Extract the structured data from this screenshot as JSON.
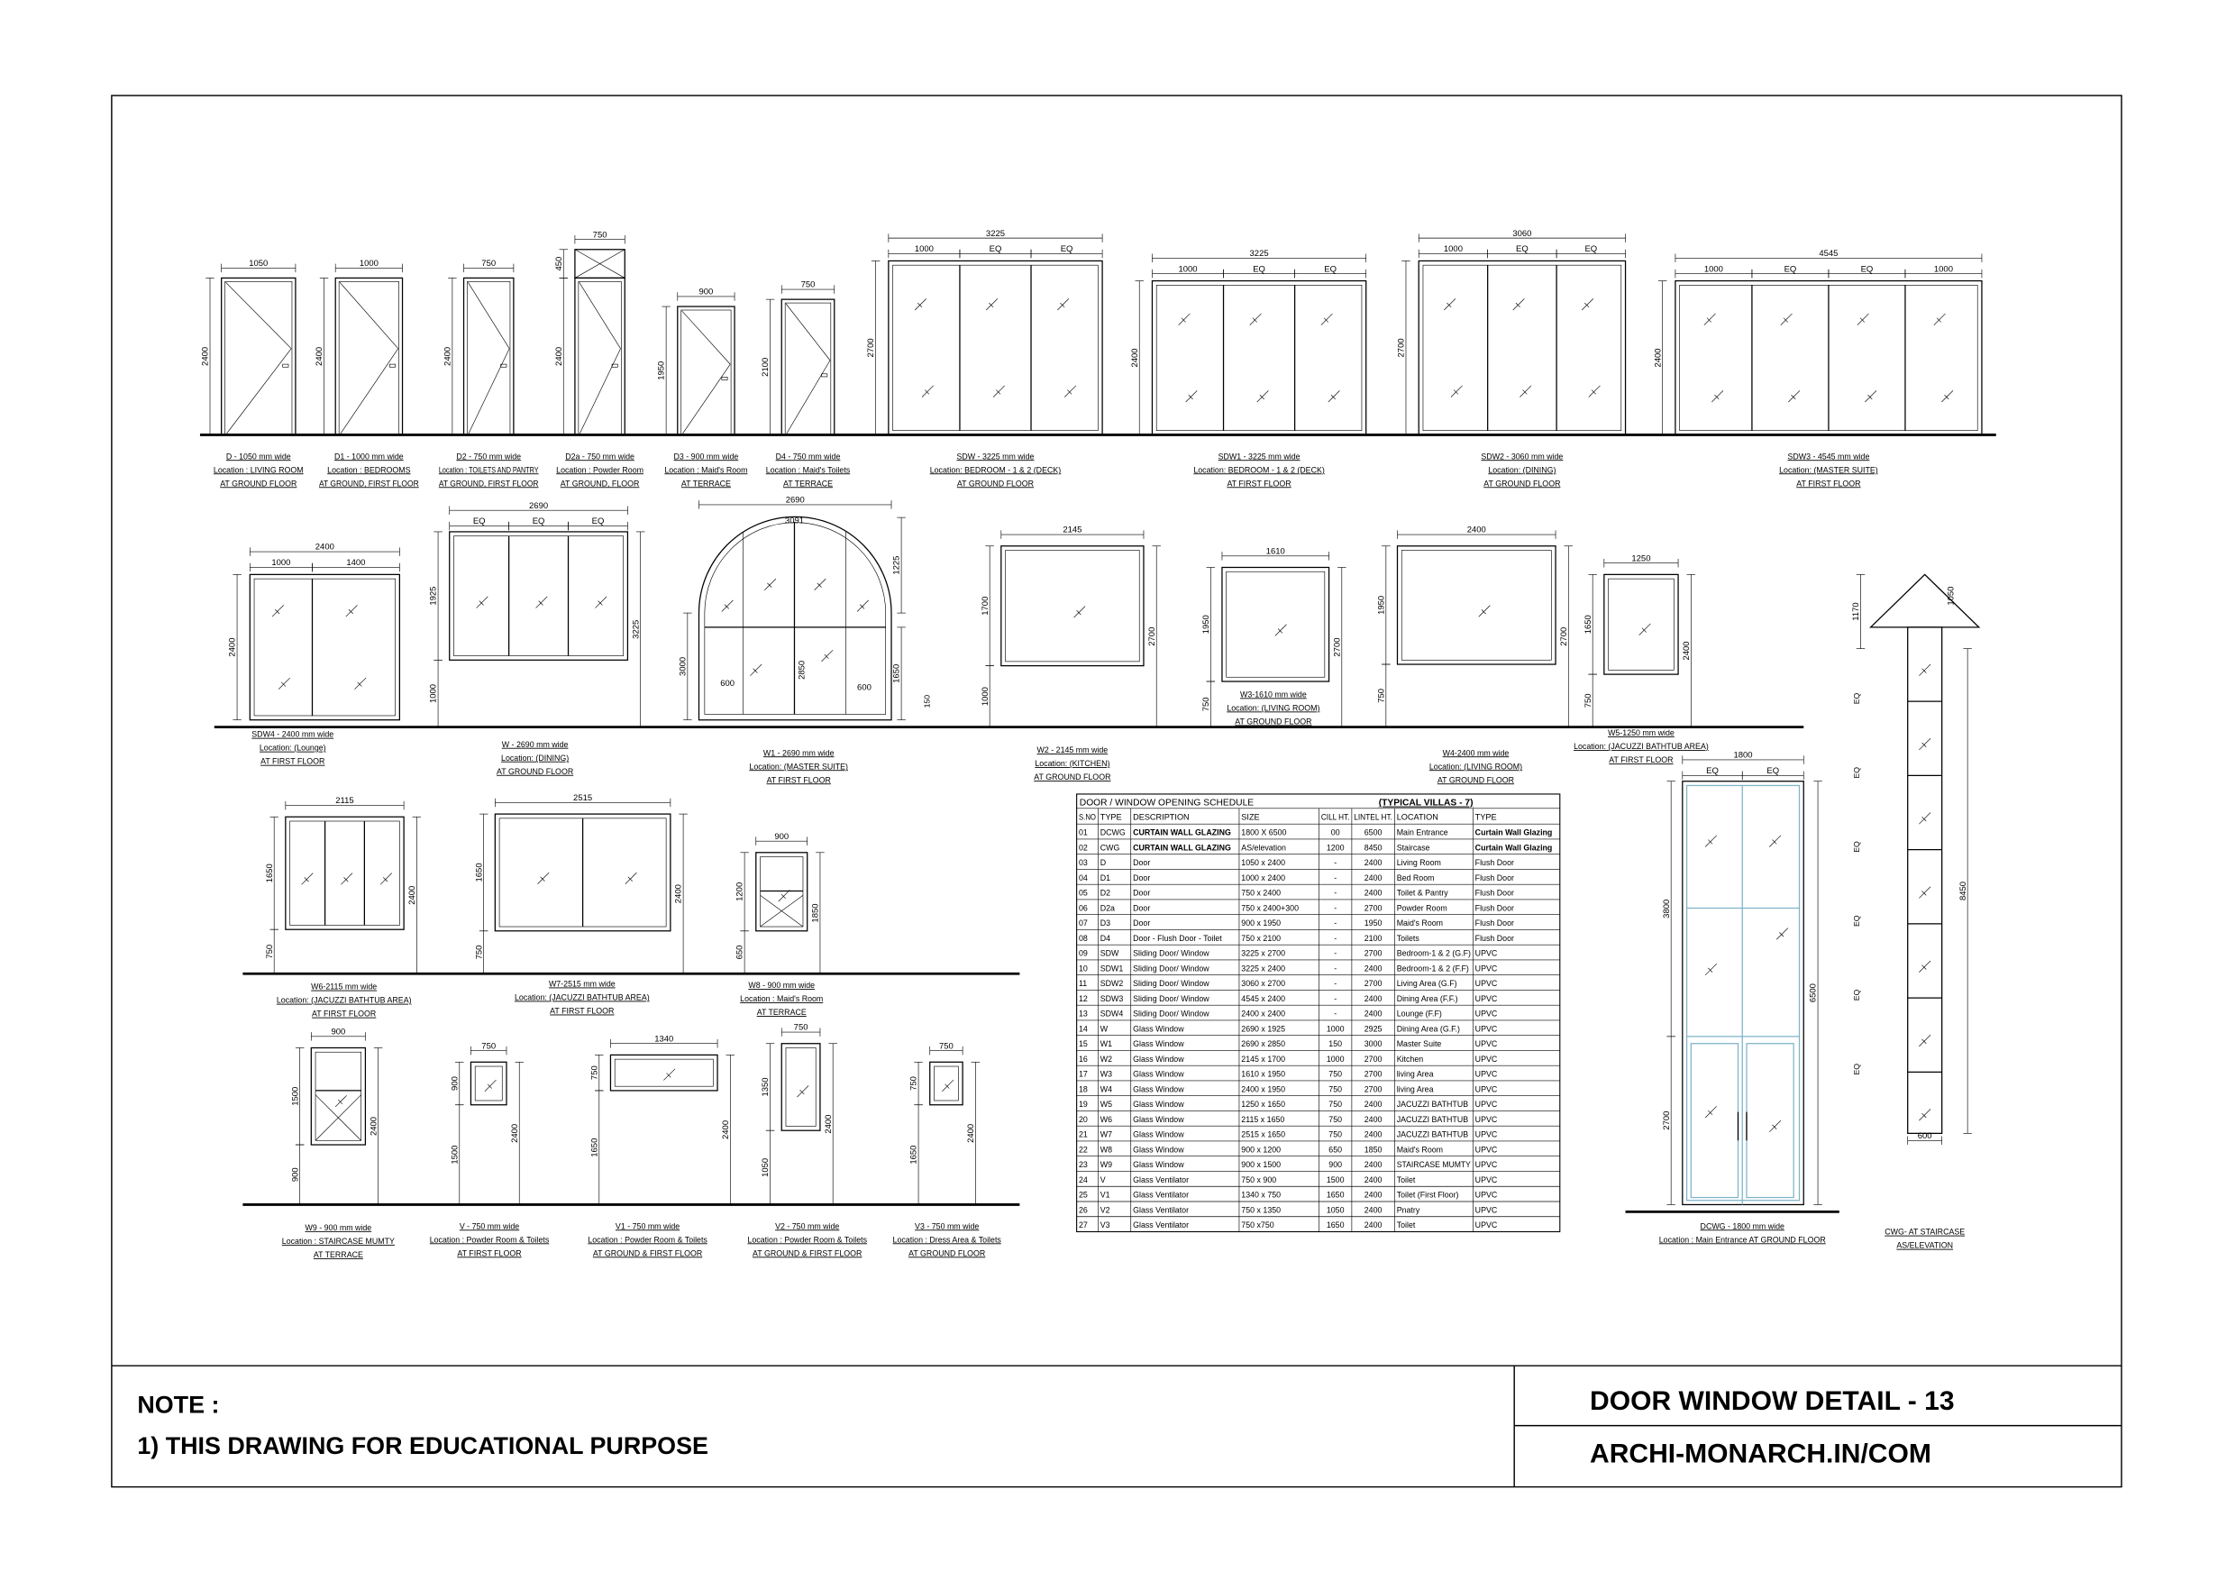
{
  "title_block": {
    "note_heading": "NOTE :",
    "note_1": "1) THIS DRAWING FOR EDUCATIONAL PURPOSE",
    "title": "DOOR WINDOW DETAIL - 13",
    "website": "ARCHI-MONARCH.IN/COM"
  },
  "elements": {
    "D": {
      "dims": {
        "w": "1050",
        "h": "2400"
      },
      "label": [
        "D - 1050 mm wide",
        "Location : LIVING ROOM",
        "AT GROUND FLOOR"
      ]
    },
    "D1": {
      "dims": {
        "w": "1000",
        "h": "2400"
      },
      "label": [
        "D1 - 1000 mm wide",
        "Location : BEDROOMS",
        "AT GROUND, FIRST FLOOR"
      ]
    },
    "D2": {
      "dims": {
        "w": "750",
        "h": "2400"
      },
      "label": [
        "D2 - 750 mm wide",
        "Location : TOILETS AND PANTRY",
        "AT GROUND, FIRST FLOOR"
      ]
    },
    "D2a": {
      "dims": {
        "w": "750",
        "h": "2400",
        "top": "450"
      },
      "label": [
        "D2a - 750 mm wide",
        "Location : Powder Room",
        "AT GROUND, FLOOR"
      ]
    },
    "D3": {
      "dims": {
        "w": "900",
        "h": "1950"
      },
      "label": [
        "D3 - 900 mm wide",
        "Location : Maid's Room",
        "AT TERRACE"
      ]
    },
    "D4": {
      "dims": {
        "w": "750",
        "h": "2100"
      },
      "label": [
        "D4 - 750 mm wide",
        "Location : Maid's Toilets",
        "AT TERRACE"
      ]
    },
    "SDW": {
      "dims": {
        "w": "3225",
        "h": "2700",
        "sub": [
          "1000",
          "EQ",
          "EQ"
        ]
      },
      "label": [
        "SDW - 3225 mm wide",
        "Location: BEDROOM - 1 & 2 (DECK)",
        "AT GROUND FLOOR"
      ]
    },
    "SDW1": {
      "dims": {
        "w": "3225",
        "h": "2400",
        "sub": [
          "1000",
          "EQ",
          "EQ"
        ]
      },
      "label": [
        "SDW1 - 3225 mm wide",
        "Location: BEDROOM - 1 & 2 (DECK)",
        "AT FIRST FLOOR"
      ]
    },
    "SDW2": {
      "dims": {
        "w": "3060",
        "h": "2700",
        "sub": [
          "1000",
          "EQ",
          "EQ"
        ]
      },
      "label": [
        "SDW2 - 3060 mm wide",
        "Location: (DINING)",
        "AT GROUND FLOOR"
      ]
    },
    "SDW3": {
      "dims": {
        "w": "4545",
        "h": "2400",
        "sub": [
          "1000",
          "EQ",
          "EQ",
          "1000"
        ]
      },
      "label": [
        "SDW3 - 4545 mm wide",
        "Location: (MASTER SUITE)",
        "AT FIRST FLOOR"
      ]
    },
    "SDW4": {
      "dims": {
        "w": "2400",
        "h": "2400",
        "sub": [
          "1000",
          "1400"
        ]
      },
      "label": [
        "SDW4 - 2400 mm wide",
        "Location: (Lounge)",
        "AT FIRST FLOOR"
      ]
    },
    "W": {
      "dims": {
        "w": "2690",
        "h": "1925",
        "sill": "1000",
        "total": "3225",
        "sub": [
          "EQ",
          "EQ",
          "EQ"
        ]
      },
      "label": [
        "W - 2690 mm wide",
        "Location: (DINING)",
        "AT GROUND FLOOR"
      ]
    },
    "W1": {
      "dims": {
        "w": "2690",
        "h": "3000",
        "arch": "3091",
        "rise": "1225",
        "mid": "2850",
        "side_l": "600",
        "side_r": "600",
        "sill": "150",
        "total": "1650"
      },
      "label": [
        "W1 - 2690 mm wide",
        "Location: (MASTER SUITE)",
        "AT FIRST FLOOR"
      ]
    },
    "W2": {
      "dims": {
        "w": "2145",
        "h": "1700",
        "total": "2700",
        "sill": "1000"
      },
      "label": [
        "W2 - 2145 mm wide",
        "Location: (KITCHEN)",
        "AT GROUND FLOOR"
      ]
    },
    "W3": {
      "dims": {
        "w": "1610",
        "h": "1950",
        "total": "2700",
        "sill": "750"
      },
      "label": [
        "W3-1610 mm wide",
        "Location: (LIVING ROOM)",
        "AT GROUND FLOOR"
      ]
    },
    "W4": {
      "dims": {
        "w": "2400",
        "h": "1950",
        "total": "2700",
        "sill": "750"
      },
      "label": [
        "W4-2400 mm wide",
        "Location: (LIVING ROOM)",
        "AT GROUND FLOOR"
      ]
    },
    "W5": {
      "dims": {
        "w": "1250",
        "h": "1650",
        "total": "2400",
        "sill": "750"
      },
      "label": [
        "W5-1250 mm wide",
        "Location: (JACUZZI BATHTUB AREA)",
        "AT FIRST FLOOR"
      ]
    },
    "W6": {
      "dims": {
        "w": "2115",
        "h": "1650",
        "total": "2400",
        "sill": "750"
      },
      "label": [
        "W6-2115 mm wide",
        "Location: (JACUZZI BATHTUB AREA)",
        "AT FIRST FLOOR"
      ]
    },
    "W7": {
      "dims": {
        "w": "2515",
        "h": "1650",
        "total": "2400",
        "sill": "750"
      },
      "label": [
        "W7-2515 mm wide",
        "Location: (JACUZZI BATHTUB AREA)",
        "AT FIRST FLOOR"
      ]
    },
    "W8": {
      "dims": {
        "w": "900",
        "h": "1200",
        "total": "1850",
        "sill": "650"
      },
      "label": [
        "W8 - 900 mm wide",
        "Location : Maid's Room",
        "AT TERRACE"
      ]
    },
    "W9": {
      "dims": {
        "w": "900",
        "h": "1500",
        "total": "2400",
        "sill": "900"
      },
      "label": [
        "W9 - 900 mm wide",
        "Location : STAIRCASE MUMTY",
        "AT TERRACE"
      ]
    },
    "V": {
      "dims": {
        "w": "750",
        "h": "900",
        "total": "2400",
        "sill": "1500"
      },
      "label": [
        "V - 750 mm wide",
        "Location : Powder Room & Toilets",
        "AT FIRST FLOOR"
      ]
    },
    "V1": {
      "dims": {
        "w": "1340",
        "h": "750",
        "total": "2400",
        "sill": "1650"
      },
      "label": [
        "V1 - 750 mm wide",
        "Location : Powder Room & Toilets",
        "AT GROUND & FIRST FLOOR"
      ]
    },
    "V2": {
      "dims": {
        "w": "750",
        "h": "1350",
        "total": "2400",
        "sill": "1050"
      },
      "label": [
        "V2 - 750 mm wide",
        "Location : Powder Room & Toilets",
        "AT GROUND & FIRST FLOOR"
      ]
    },
    "V3": {
      "dims": {
        "w": "750",
        "h": "750",
        "total": "2400",
        "sill": "1650"
      },
      "label": [
        "V3 - 750 mm wide",
        "Location : Dress Area & Toilets",
        "AT GROUND FLOOR"
      ]
    },
    "DCWG": {
      "dims": {
        "w": "1800",
        "h": "6500",
        "upper": "3800",
        "lower": "2700",
        "sub": [
          "EQ",
          "EQ"
        ]
      },
      "label": [
        "DCWG - 1800 mm wide",
        "Location : Main Entrance AT GROUND FLOOR"
      ]
    },
    "CWG": {
      "dims": {
        "w": "600",
        "h": "8450",
        "top": "1170",
        "diag": "1050"
      },
      "label": [
        "CWG- AT STAIRCASE",
        "AS/ELEVATION"
      ]
    }
  },
  "schedule": {
    "title": "DOOR / WINDOW  OPENING SCHEDULE",
    "subtitle": "(TYPICAL VILLAS - 7)",
    "headers": [
      "S.NO",
      "TYPE",
      "DESCRIPTION",
      "SIZE",
      "CILL HT.",
      "LINTEL HT.",
      "LOCATION",
      "TYPE"
    ],
    "rows": [
      [
        "01",
        "DCWG",
        "CURTAIN WALL GLAZING",
        "1800 X 6500",
        "00",
        "6500",
        "Main Entrance",
        "Curtain Wall Glazing"
      ],
      [
        "02",
        "CWG",
        "CURTAIN WALL GLAZING",
        "AS/elevation",
        "1200",
        "8450",
        "Staircase",
        "Curtain Wall Glazing"
      ],
      [
        "03",
        "D",
        "Door",
        "1050 x 2400",
        "-",
        "2400",
        "Living Room",
        "Flush Door"
      ],
      [
        "04",
        "D1",
        "Door",
        "1000 x 2400",
        "-",
        "2400",
        "Bed Room",
        "Flush Door"
      ],
      [
        "05",
        "D2",
        "Door",
        "750 x 2400",
        "-",
        "2400",
        "Toilet & Pantry",
        "Flush Door"
      ],
      [
        "06",
        "D2a",
        "Door",
        "750 x 2400+300",
        "-",
        "2700",
        "Powder Room",
        "Flush Door"
      ],
      [
        "07",
        "D3",
        "Door",
        "900 x 1950",
        "-",
        "1950",
        "Maid's Room",
        "Flush Door"
      ],
      [
        "08",
        "D4",
        "Door - Flush Door - Toilet",
        "750 x 2100",
        "-",
        "2100",
        "Toilets",
        "Flush Door"
      ],
      [
        "09",
        "SDW",
        "Sliding Door/ Window",
        "3225 x 2700",
        "-",
        "2700",
        "Bedroom-1 & 2 (G.F)",
        "UPVC"
      ],
      [
        "10",
        "SDW1",
        "Sliding Door/ Window",
        "3225 x 2400",
        "-",
        "2400",
        "Bedroom-1 & 2 (F.F)",
        "UPVC"
      ],
      [
        "11",
        "SDW2",
        "Sliding Door/ Window",
        "3060 x 2700",
        "-",
        "2700",
        "Living Area (G.F)",
        "UPVC"
      ],
      [
        "12",
        "SDW3",
        "Sliding Door/ Window",
        "4545 x 2400",
        "-",
        "2400",
        "Dining Area  (F.F.)",
        "UPVC"
      ],
      [
        "13",
        "SDW4",
        "Sliding Door/ Window",
        "2400 x 2400",
        "-",
        "2400",
        "Lounge (F.F)",
        "UPVC"
      ],
      [
        "14",
        "W",
        "Glass Window",
        "2690 x 1925",
        "1000",
        "2925",
        "Dining Area  (G.F.)",
        "UPVC"
      ],
      [
        "15",
        "W1",
        "Glass Window",
        "2690 x 2850",
        "150",
        "3000",
        "Master Suite",
        "UPVC"
      ],
      [
        "16",
        "W2",
        "Glass Window",
        "2145 x 1700",
        "1000",
        "2700",
        "Kitchen",
        "UPVC"
      ],
      [
        "17",
        "W3",
        "Glass Window",
        "1610 x 1950",
        "750",
        "2700",
        "living Area",
        "UPVC"
      ],
      [
        "18",
        "W4",
        "Glass Window",
        "2400 x 1950",
        "750",
        "2700",
        "living Area",
        "UPVC"
      ],
      [
        "19",
        "W5",
        "Glass Window",
        "1250 x 1650",
        "750",
        "2400",
        "JACUZZI BATHTUB",
        "UPVC"
      ],
      [
        "20",
        "W6",
        "Glass Window",
        "2115 x 1650",
        "750",
        "2400",
        "JACUZZI BATHTUB",
        "UPVC"
      ],
      [
        "21",
        "W7",
        "Glass Window",
        "2515 x 1650",
        "750",
        "2400",
        "JACUZZI BATHTUB",
        "UPVC"
      ],
      [
        "22",
        "W8",
        "Glass Window",
        "900 x 1200",
        "650",
        "1850",
        "Maid's Room",
        "UPVC"
      ],
      [
        "23",
        "W9",
        "Glass Window",
        "900 x 1500",
        "900",
        "2400",
        "STAIRCASE MUMTY",
        "UPVC"
      ],
      [
        "24",
        "V",
        "Glass Ventilator",
        "750 x 900",
        "1500",
        "2400",
        "Toilet",
        "UPVC"
      ],
      [
        "25",
        "V1",
        "Glass Ventilator",
        "1340 x 750",
        "1650",
        "2400",
        "Toilet (First Floor)",
        "UPVC"
      ],
      [
        "26",
        "V2",
        "Glass Ventilator",
        "750 x 1350",
        "1050",
        "2400",
        "Pnatry",
        "UPVC"
      ],
      [
        "27",
        "V3",
        "Glass Ventilator",
        "750 x750",
        "1650",
        "2400",
        "Toilet",
        "UPVC"
      ]
    ]
  }
}
